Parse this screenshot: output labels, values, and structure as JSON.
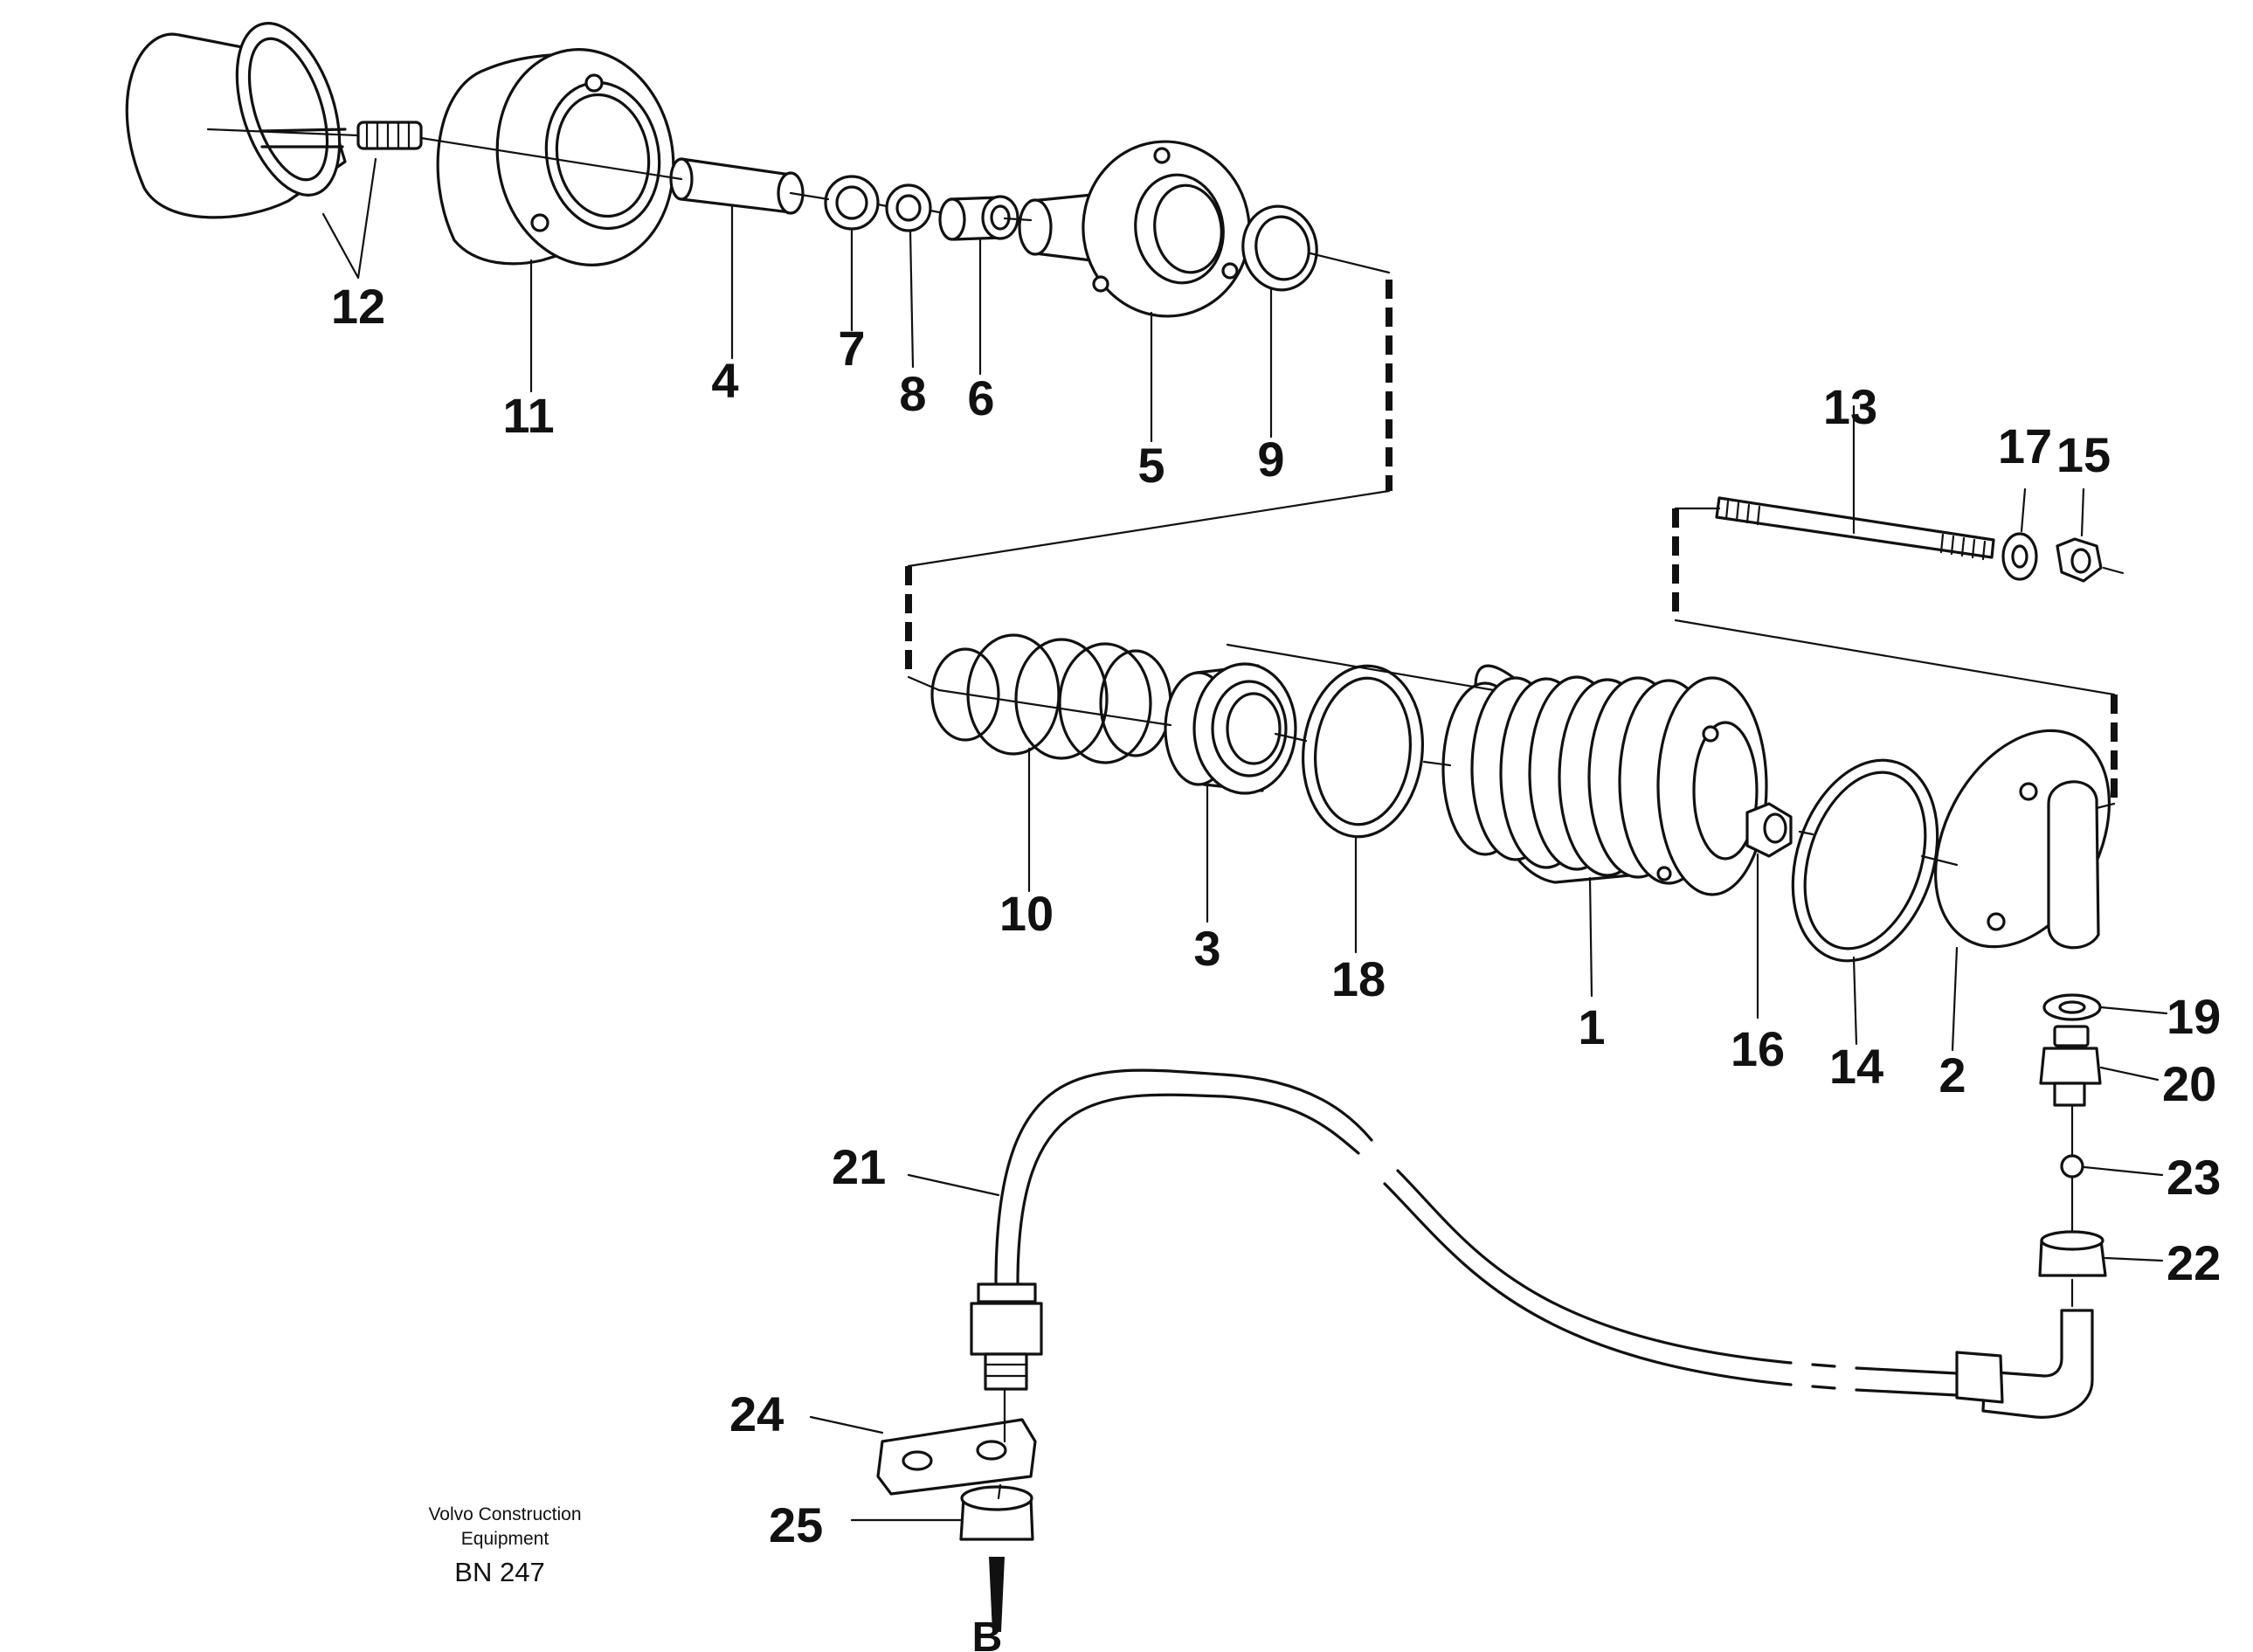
{
  "diagram": {
    "parts": [
      {
        "id": "p1",
        "label": "1"
      },
      {
        "id": "p2",
        "label": "2"
      },
      {
        "id": "p3",
        "label": "3"
      },
      {
        "id": "p4",
        "label": "4"
      },
      {
        "id": "p5",
        "label": "5"
      },
      {
        "id": "p6",
        "label": "6"
      },
      {
        "id": "p7",
        "label": "7"
      },
      {
        "id": "p8",
        "label": "8"
      },
      {
        "id": "p9",
        "label": "9"
      },
      {
        "id": "p10",
        "label": "10"
      },
      {
        "id": "p11",
        "label": "11"
      },
      {
        "id": "p12",
        "label": "12"
      },
      {
        "id": "p13",
        "label": "13"
      },
      {
        "id": "p14",
        "label": "14"
      },
      {
        "id": "p15",
        "label": "15"
      },
      {
        "id": "p16",
        "label": "16"
      },
      {
        "id": "p17",
        "label": "17"
      },
      {
        "id": "p18",
        "label": "18"
      },
      {
        "id": "p19",
        "label": "19"
      },
      {
        "id": "p20",
        "label": "20"
      },
      {
        "id": "p21",
        "label": "21"
      },
      {
        "id": "p22",
        "label": "22"
      },
      {
        "id": "p23",
        "label": "23"
      },
      {
        "id": "p24",
        "label": "24"
      },
      {
        "id": "p25",
        "label": "25"
      }
    ],
    "view_marker": "B",
    "footer": {
      "company_line1": "Volvo Construction",
      "company_line2": "Equipment",
      "code": "BN 247"
    }
  }
}
